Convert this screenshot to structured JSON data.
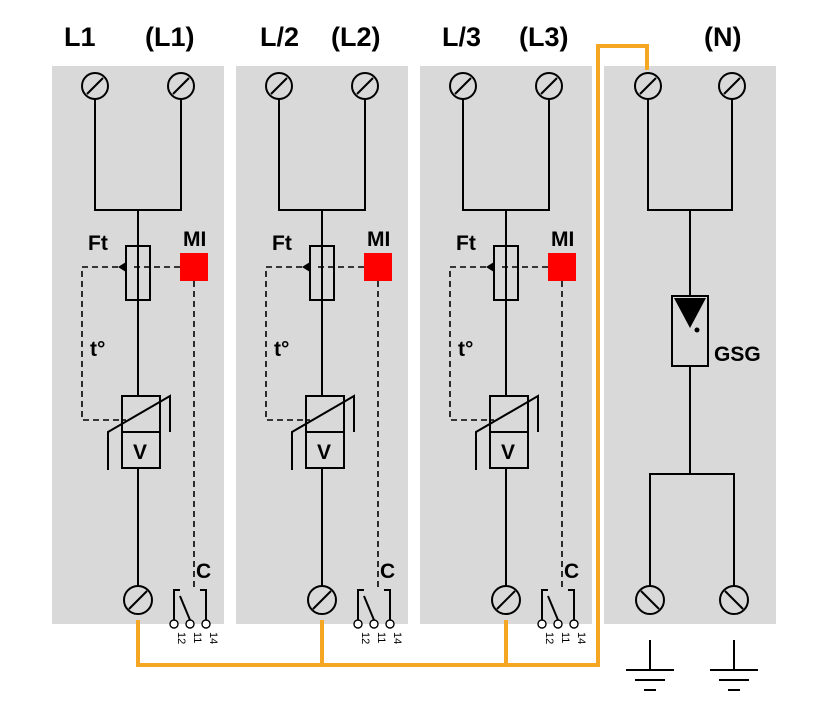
{
  "headers": {
    "m1_left": "L1",
    "m1_right": "(L1)",
    "m2_left": "L/2",
    "m2_right": "(L2)",
    "m3_left": "L/3",
    "m3_right": "(L3)",
    "m4_right": "(N)"
  },
  "labels": {
    "fuse": "Ft",
    "indicator": "MI",
    "thermal": "t°",
    "varistor": "V",
    "contact": "C",
    "gsg": "GSG"
  },
  "terminals": [
    "12",
    "11",
    "14"
  ],
  "colors": {
    "module_bg": "#d9d9d9",
    "connection_wire": "#f5a623",
    "indicator": "#ff0000"
  }
}
